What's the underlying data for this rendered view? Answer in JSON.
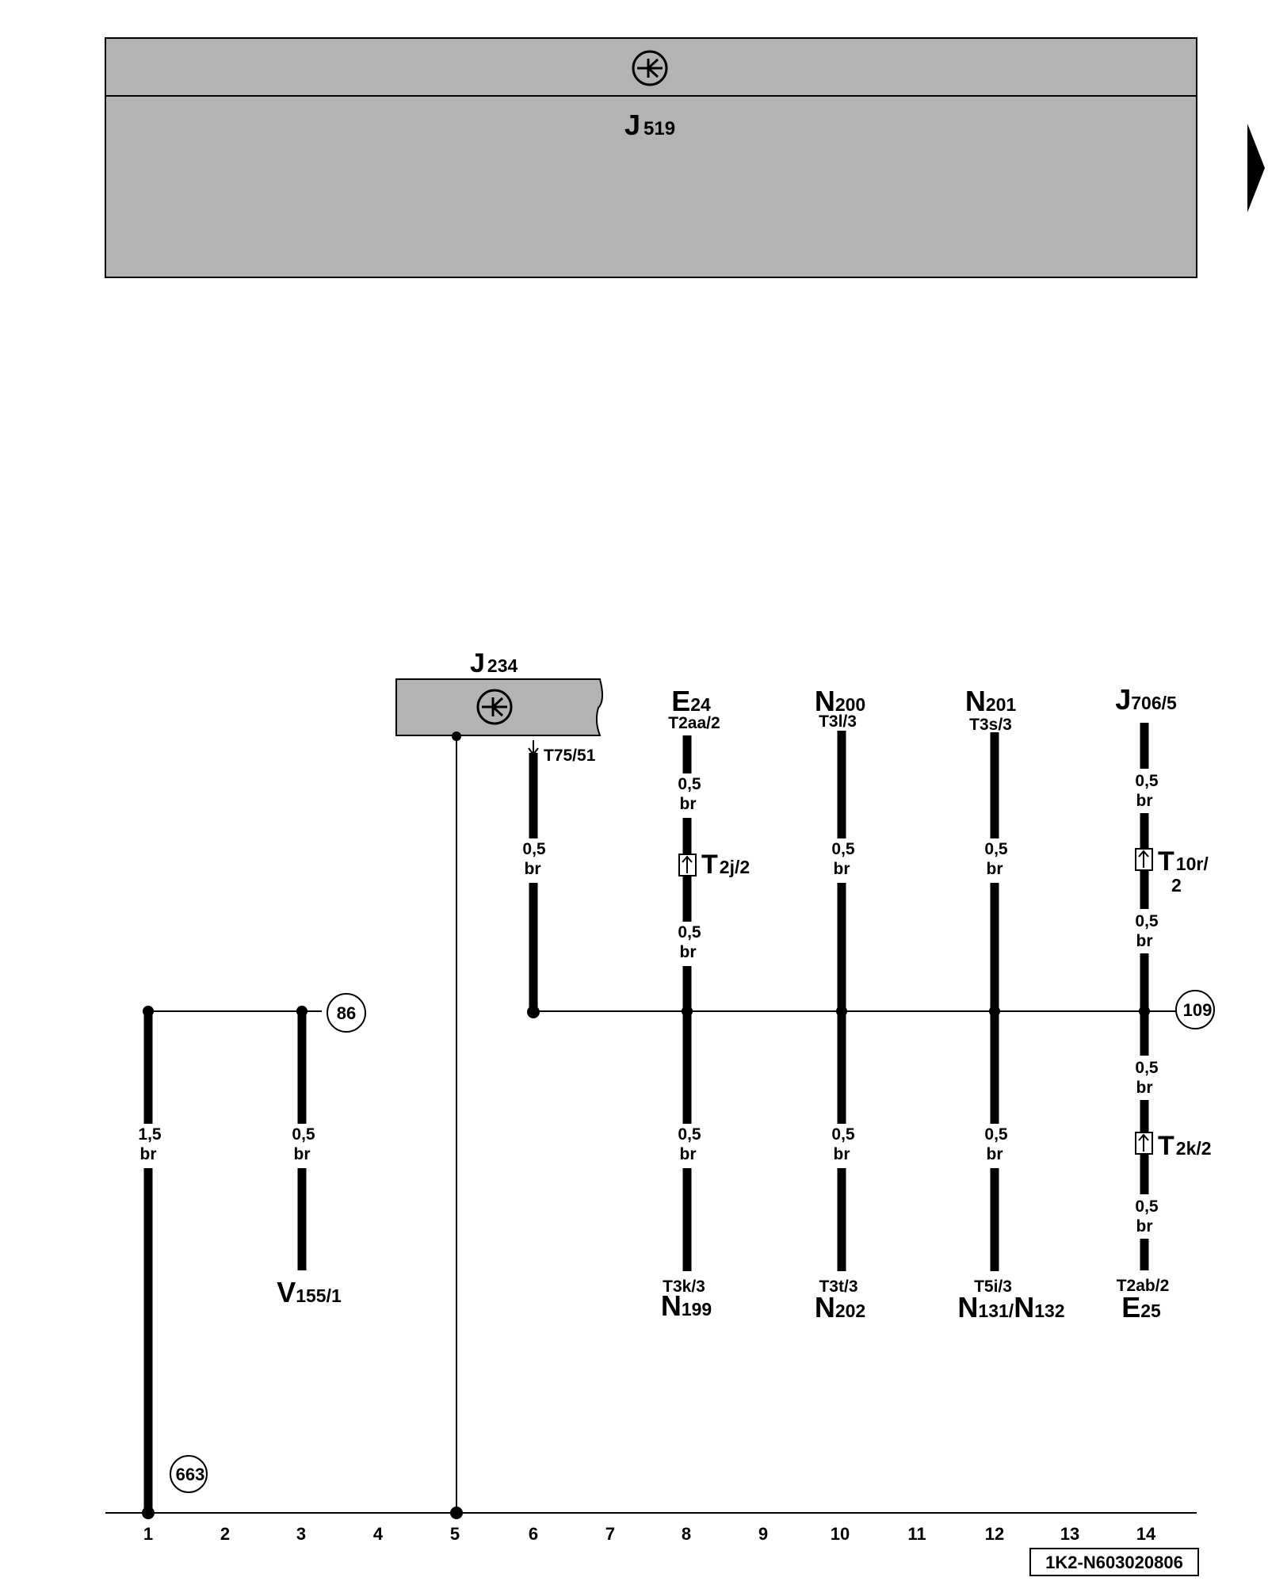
{
  "top_module": {
    "name": "J",
    "sub": "519"
  },
  "j234": {
    "name": "J",
    "sub": "234",
    "pin": "T75/51"
  },
  "components": {
    "e24": {
      "name": "E",
      "sub": "24",
      "conn": "T2aa/2"
    },
    "n200": {
      "name": "N",
      "sub": "200",
      "conn": "T3l/3"
    },
    "n201": {
      "name": "N",
      "sub": "201",
      "conn": "T3s/3"
    },
    "j706": {
      "name": "J",
      "sub": "706/5",
      "conn": ""
    },
    "v155": {
      "name": "V",
      "sub": "155/1",
      "conn": ""
    },
    "n199": {
      "name": "N",
      "sub": "199",
      "conn": "T3k/3"
    },
    "n202": {
      "name": "N",
      "sub": "202",
      "conn": "T3t/3"
    },
    "n131": {
      "name": "N",
      "sub": "131/",
      "name2": "N",
      "sub2": "132",
      "conn": "T5i/3"
    },
    "e25": {
      "name": "E",
      "sub": "25",
      "conn": "T2ab/2"
    }
  },
  "connectors": {
    "t2j": {
      "name": "T",
      "sub": "2j/2"
    },
    "t10r": {
      "name": "T",
      "sub": "10r/",
      "sub2": "2"
    },
    "t2k": {
      "name": "T",
      "sub": "2k/2"
    }
  },
  "wire_labels": {
    "w1": [
      "1,5",
      "br"
    ],
    "w3": [
      "0,5",
      "br"
    ],
    "w6": [
      "0,5",
      "br"
    ],
    "w8a": [
      "0,5",
      "br"
    ],
    "w8b": [
      "0,5",
      "br"
    ],
    "w8c": [
      "0,5",
      "br"
    ],
    "w10a": [
      "0,5",
      "br"
    ],
    "w10b": [
      "0,5",
      "br"
    ],
    "w12a": [
      "0,5",
      "br"
    ],
    "w12b": [
      "0,5",
      "br"
    ],
    "w14a": [
      "0,5",
      "br"
    ],
    "w14b": [
      "0,5",
      "br"
    ],
    "w14c": [
      "0,5",
      "br"
    ],
    "w14d": [
      "0,5",
      "br"
    ]
  },
  "refs": {
    "r86": "86",
    "r109": "109",
    "r663": "663"
  },
  "tracks": [
    "1",
    "2",
    "3",
    "4",
    "5",
    "6",
    "7",
    "8",
    "9",
    "10",
    "11",
    "12",
    "13",
    "14"
  ],
  "doc_id": "1K2-N603020806",
  "colors": {
    "module_fill": "#b3b3b3",
    "line": "#000000"
  }
}
